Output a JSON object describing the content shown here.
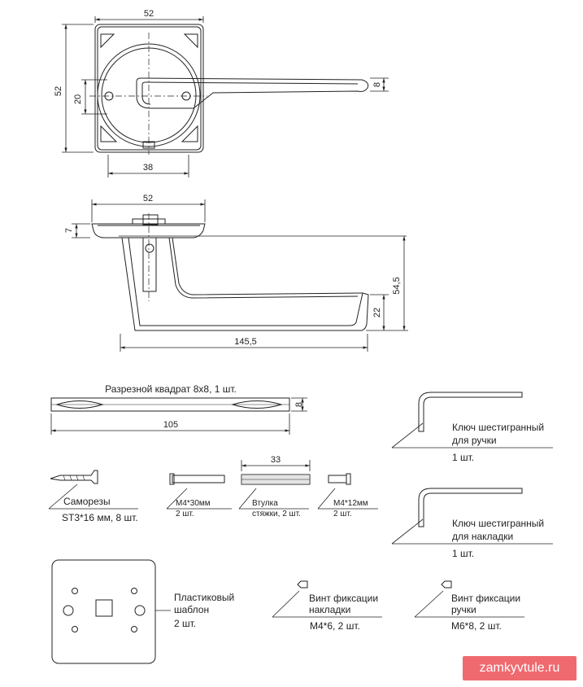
{
  "top_view": {
    "width": "52",
    "height": "52",
    "hole_spacing": "20",
    "rosette_diameter": "38",
    "handle_thickness": "8"
  },
  "side_view": {
    "width": "52",
    "rosette_depth": "7",
    "height": "54,5",
    "grip_height": "22",
    "length": "145,5"
  },
  "square": {
    "title": "Разрезной квадрат 8х8, 1 шт.",
    "thickness": "8",
    "length": "105"
  },
  "hex_key_handle": {
    "line1": "Ключ шестигранный",
    "line2": "для ручки",
    "qty": "1 шт."
  },
  "hex_key_plate": {
    "line1": "Ключ шестигранный",
    "line2": "для накладки",
    "qty": "1 шт."
  },
  "screws": {
    "title": "Саморезы",
    "spec": "ST3*16 мм, 8 шт."
  },
  "bolt30": {
    "size": "М4*30мм",
    "qty": "2 шт."
  },
  "sleeve": {
    "length": "33",
    "line1": "Втулка",
    "line2": "стяжки, 2 шт."
  },
  "bolt12": {
    "size": "М4*12мм",
    "qty": "2 шт."
  },
  "template": {
    "line1": "Пластиковый",
    "line2": "шаблон",
    "qty": "2 шт."
  },
  "set_screw_plate": {
    "line1": "Винт фиксации",
    "line2": "накладки",
    "spec": "М4*6, 2 шт."
  },
  "set_screw_handle": {
    "line1": "Винт фиксации",
    "line2": "ручки",
    "spec": "М6*8, 2 шт."
  },
  "watermark": "zamkyvtule.ru"
}
